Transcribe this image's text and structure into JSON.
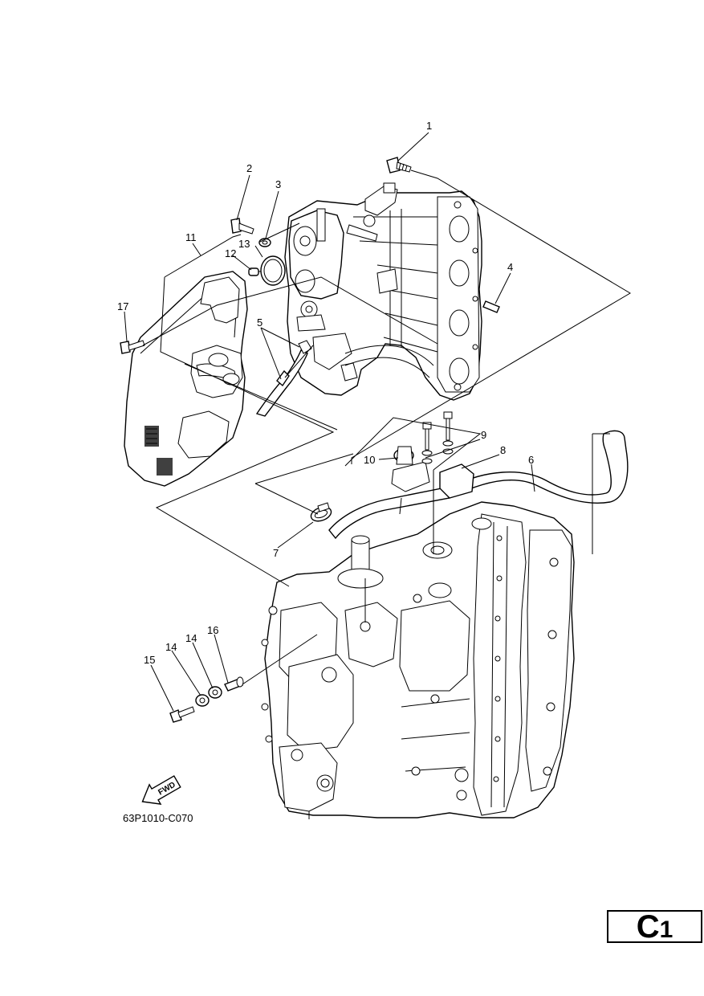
{
  "callouts": {
    "c1": "1",
    "c2": "2",
    "c3": "3",
    "c4": "4",
    "c5": "5",
    "c6": "6",
    "c7": "7",
    "c8": "8",
    "c9": "9",
    "c10": "10",
    "c11": "11",
    "c12": "12",
    "c13": "13",
    "c14a": "14",
    "c14b": "14",
    "c15": "15",
    "c16": "16",
    "c17": "17"
  },
  "direction_label": "FWD",
  "diagram_code": "63P1010-C070",
  "page_badge": {
    "letter": "C",
    "number": "1"
  }
}
